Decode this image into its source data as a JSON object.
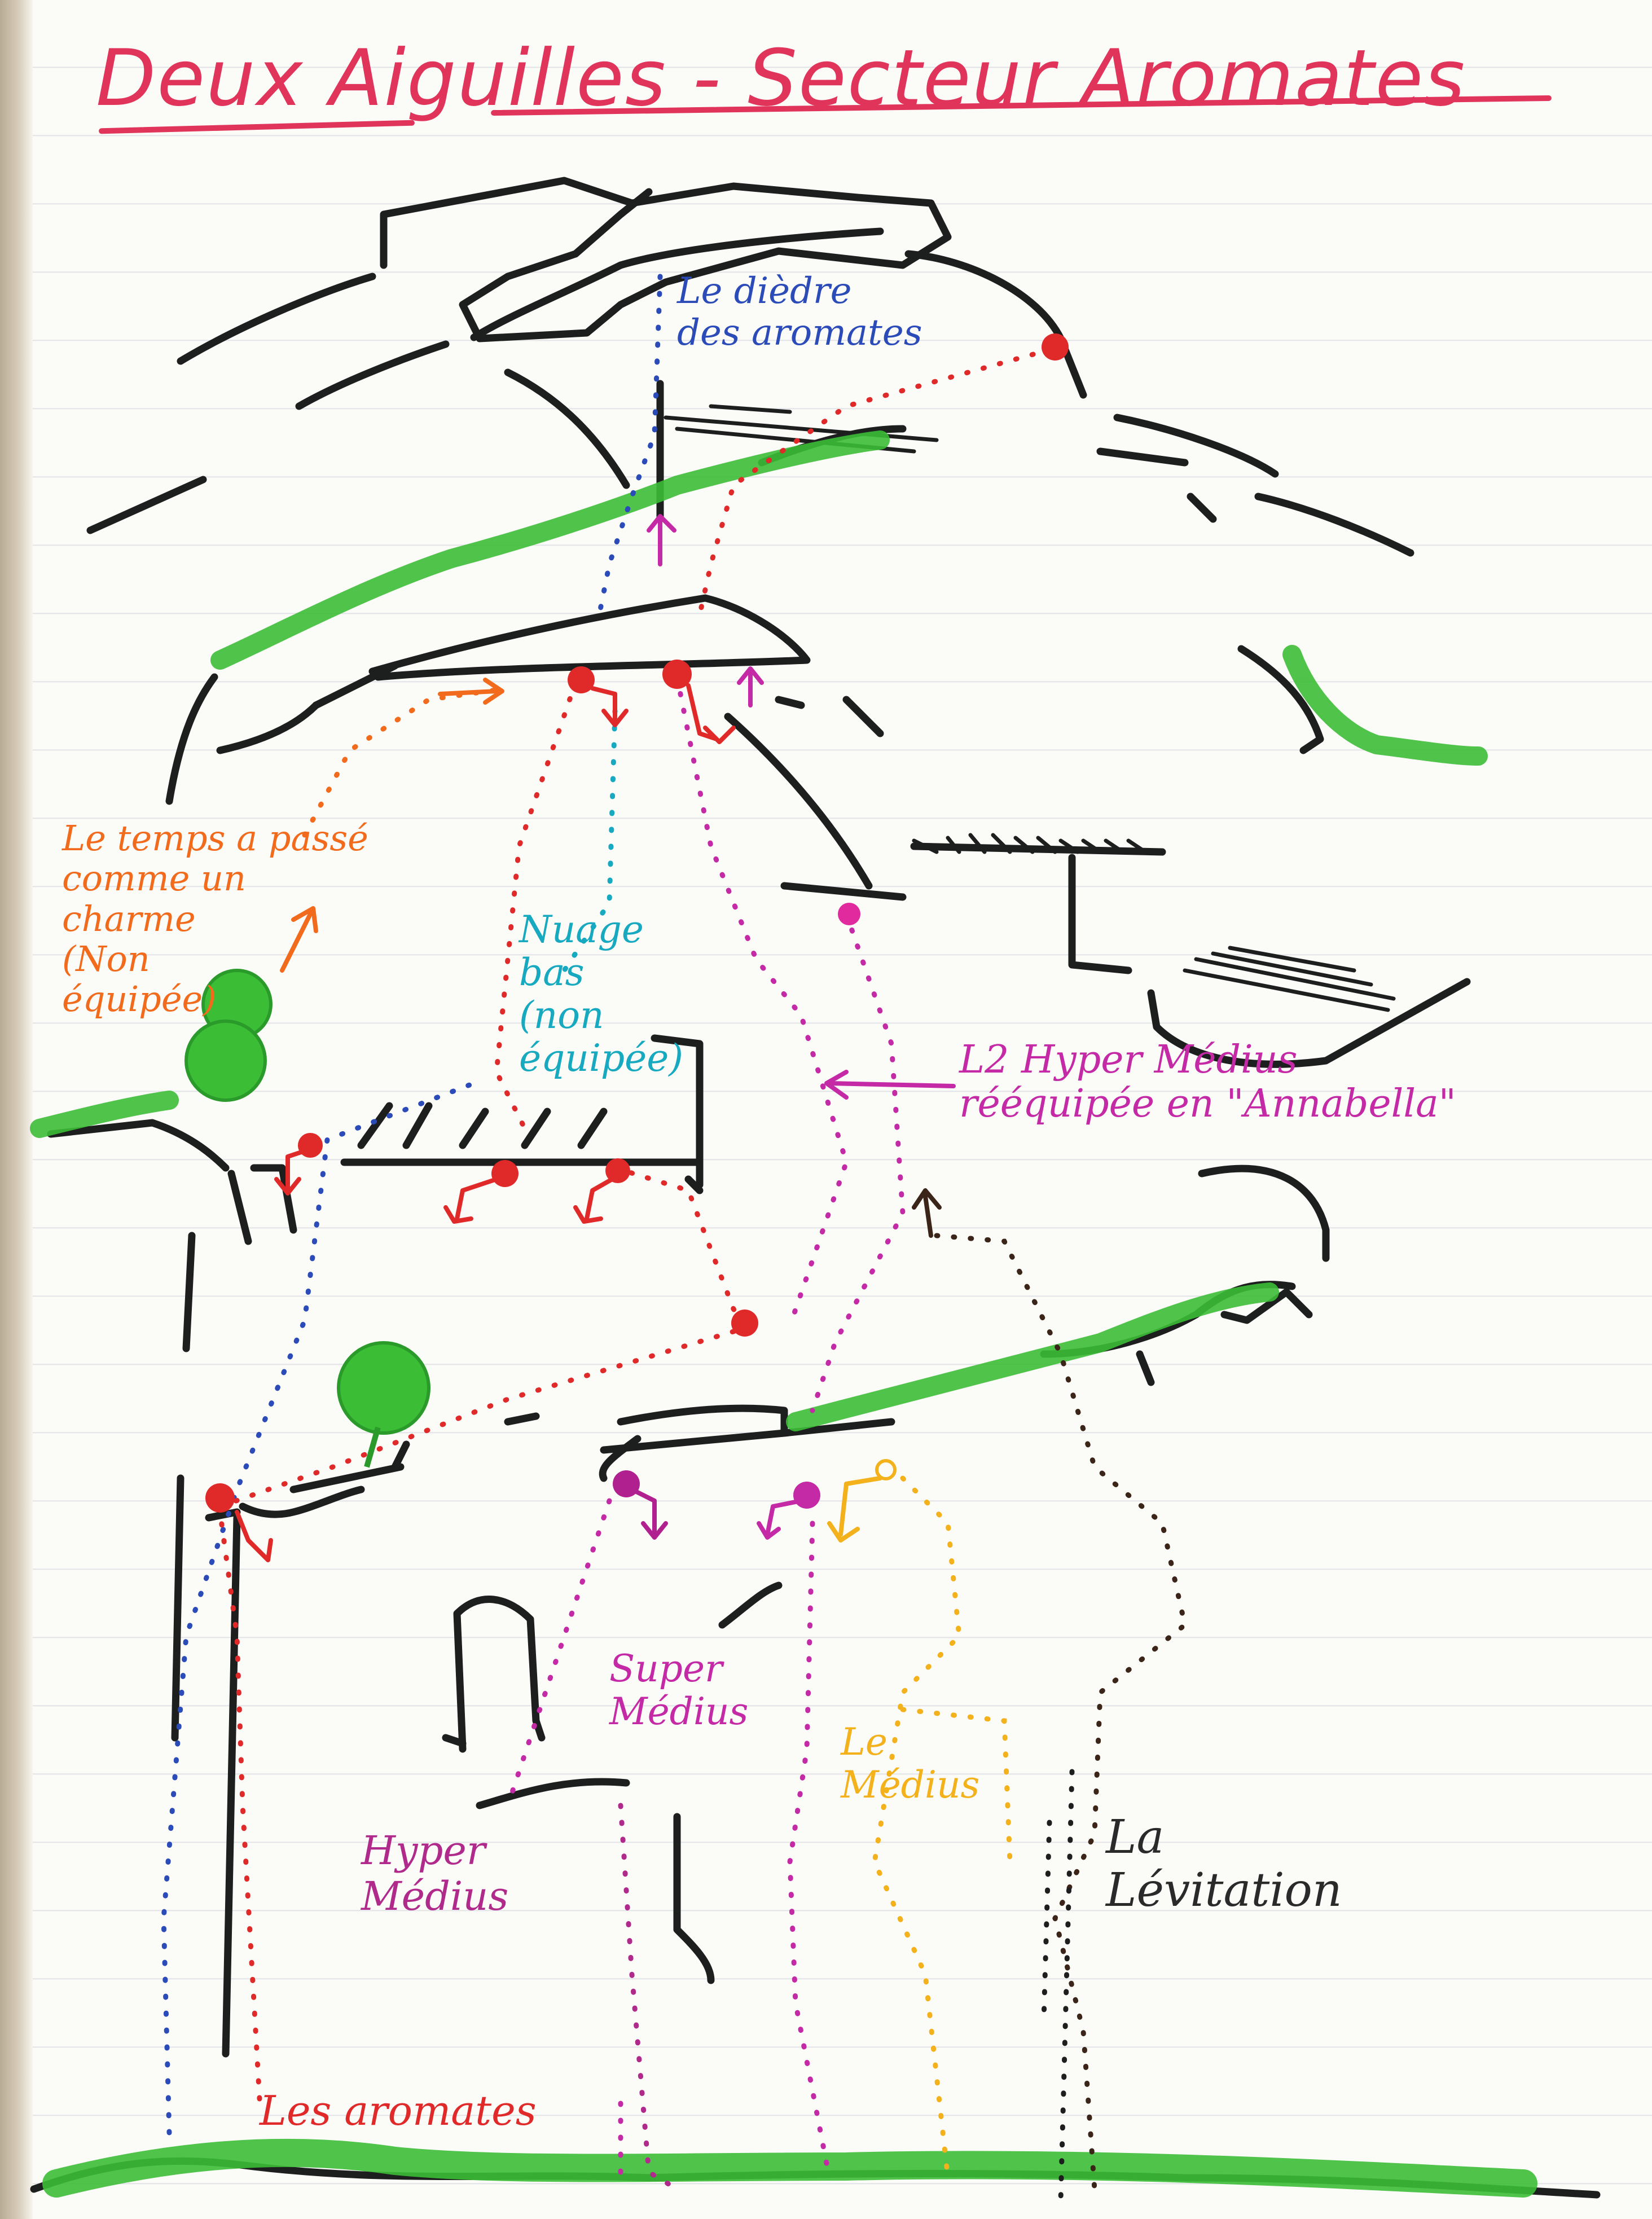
{
  "title": "Deux Aiguilles - Secteur Aromates",
  "colors": {
    "rock": "#1d1f1f",
    "vegetation": "#3cbd36",
    "dark_red_route": "#e02a2a",
    "orange_route": "#f26b1d",
    "cyan_route": "#16a9bf",
    "blue_route": "#2a4bb8",
    "magenta_route": "#c42aa6",
    "yellow_route": "#f3b21c",
    "brown_route": "#3b2418",
    "title_pink": "#e0345a"
  },
  "routes": [
    {
      "id": "le-diedre-des-aromates",
      "label_lines": [
        "Le dièdre",
        "des aromates"
      ],
      "color": "#2a4bb8"
    },
    {
      "id": "le-temps-a-passe",
      "label_lines": [
        "Le temps a passé",
        "comme un",
        "charme",
        "(Non",
        "équipée)"
      ],
      "color": "#f26b1d"
    },
    {
      "id": "nuage-bas",
      "label_lines": [
        "Nuage",
        "bas",
        "(non",
        "équipée)"
      ],
      "color": "#16a9bf"
    },
    {
      "id": "l2-hyper-medius",
      "label_lines": [
        "L2 Hyper Médius",
        "rééquipée en \"Annabella\""
      ],
      "color": "#c42aa6"
    },
    {
      "id": "super-medius",
      "label_lines": [
        "Super",
        "Médius"
      ],
      "color": "#c42aa6"
    },
    {
      "id": "le-medius",
      "label_lines": [
        "Le",
        "Médius"
      ],
      "color": "#f3b21c"
    },
    {
      "id": "la-levitation",
      "label_lines": [
        "La",
        "Lévitation"
      ],
      "color": "#2a2a2a"
    },
    {
      "id": "hyper-medius",
      "label_lines": [
        "Hyper",
        "Médius"
      ],
      "color": "#b02a8c"
    },
    {
      "id": "les-aromates",
      "label_lines": [
        "Les aromates"
      ],
      "color": "#e02a2a"
    }
  ]
}
